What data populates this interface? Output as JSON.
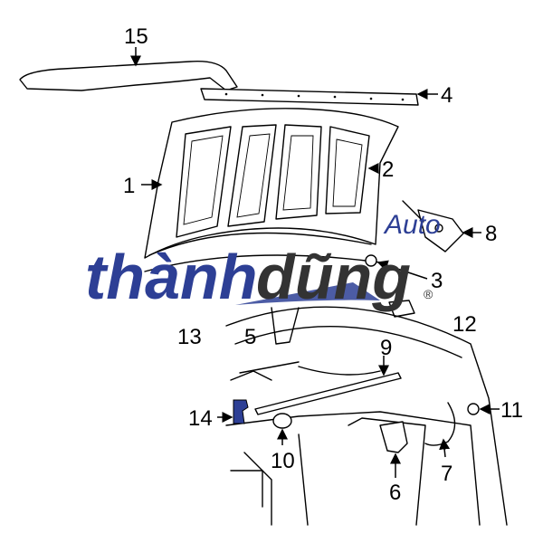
{
  "callouts": {
    "c1": "1",
    "c2": "2",
    "c3": "3",
    "c4": "4",
    "c5": "5",
    "c6": "6",
    "c7": "7",
    "c8": "8",
    "c9": "9",
    "c10": "10",
    "c11": "11",
    "c12": "12",
    "c13": "13",
    "c14": "14",
    "c15": "15"
  },
  "watermark": {
    "brand_blue": "thành",
    "brand_dark": "dũng",
    "tagline": "Auto",
    "registered": "®",
    "colors": {
      "blue": "#2d3f95",
      "dark": "#333333"
    }
  }
}
